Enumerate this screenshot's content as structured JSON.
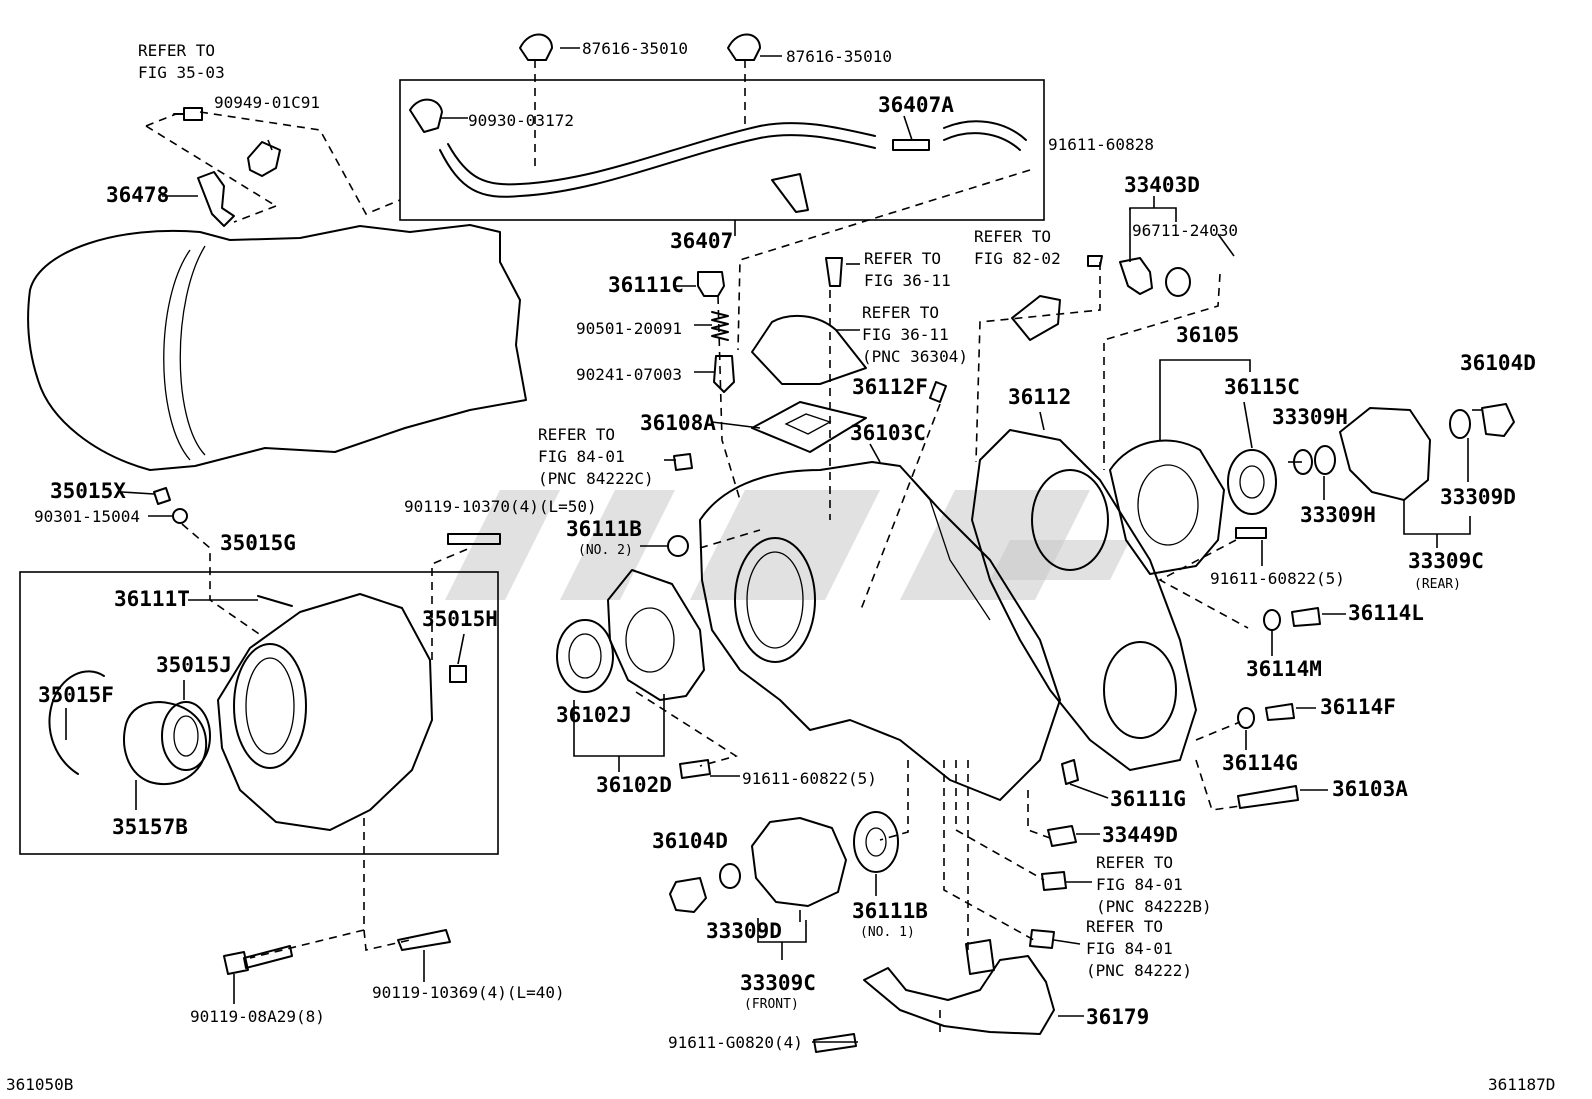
{
  "drawing": {
    "code_left": "361050B",
    "code_right": "361187D"
  },
  "labels": {
    "refer_35_03_a": "REFER TO",
    "refer_35_03_b": "FIG 35-03",
    "p90949": "90949-01C91",
    "p36478": "36478",
    "p87616a": "87616-35010",
    "p87616b": "87616-35010",
    "p90930": "90930-03172",
    "p36407A": "36407A",
    "p36407": "36407",
    "p91611_60828": "91611-60828",
    "p33403D": "33403D",
    "p96711": "96711-24030",
    "refer_82_02_a": "REFER TO",
    "refer_82_02_b": "FIG 82-02",
    "p36111C": "36111C",
    "refer_36_11_a": "REFER TO",
    "refer_36_11_b": "FIG 36-11",
    "refer_36_11_c": "REFER TO",
    "refer_36_11_d": "FIG 36-11",
    "refer_36_11_e": "(PNC 36304)",
    "p90501": "90501-20091",
    "p90241": "90241-07003",
    "p36112F": "36112F",
    "p36105": "36105",
    "p36104D_r": "36104D",
    "p36115C": "36115C",
    "p33309H_a": "33309H",
    "p33309H_b": "33309H",
    "p33309D_r": "33309D",
    "p33309C_r": "33309C",
    "rear": "(REAR)",
    "p36108A": "36108A",
    "p36103C": "36103C",
    "p36112": "36112",
    "refer_84_01_a": "REFER TO",
    "refer_84_01_b": "FIG 84-01",
    "refer_84_01_c": "(PNC 84222C)",
    "p35015X": "35015X",
    "p90301": "90301-15004",
    "p90119_10370": "90119-10370(4)(L=50)",
    "p36111B_a": "36111B",
    "no2": "(NO. 2)",
    "p35015G": "35015G",
    "p91611_60822_r": "91611-60822(5)",
    "p36114L": "36114L",
    "p36114M": "36114M",
    "p36111T": "36111T",
    "p35015H": "35015H",
    "p35015J": "35015J",
    "p35015F": "35015F",
    "p36102J": "36102J",
    "p36114F": "36114F",
    "p36114G": "36114G",
    "p36102D": "36102D",
    "p91611_60822_l": "91611-60822(5)",
    "p36103A": "36103A",
    "p36111G": "36111G",
    "p35157B": "35157B",
    "p36104D_l": "36104D",
    "p33449D": "33449D",
    "refer_84222B_a": "REFER TO",
    "refer_84222B_b": "FIG 84-01",
    "refer_84222B_c": "(PNC 84222B)",
    "p33309D_l": "33309D",
    "p36111B_b": "36111B",
    "no1": "(NO. 1)",
    "refer_84222_a": "REFER TO",
    "refer_84222_b": "FIG 84-01",
    "refer_84222_c": "(PNC 84222)",
    "p33309C_l": "33309C",
    "front": "(FRONT)",
    "p90119_08A29": "90119-08A29(8)",
    "p90119_10369": "90119-10369(4)(L=40)",
    "p36179": "36179",
    "p91611_G0820": "91611-G0820(4)"
  }
}
